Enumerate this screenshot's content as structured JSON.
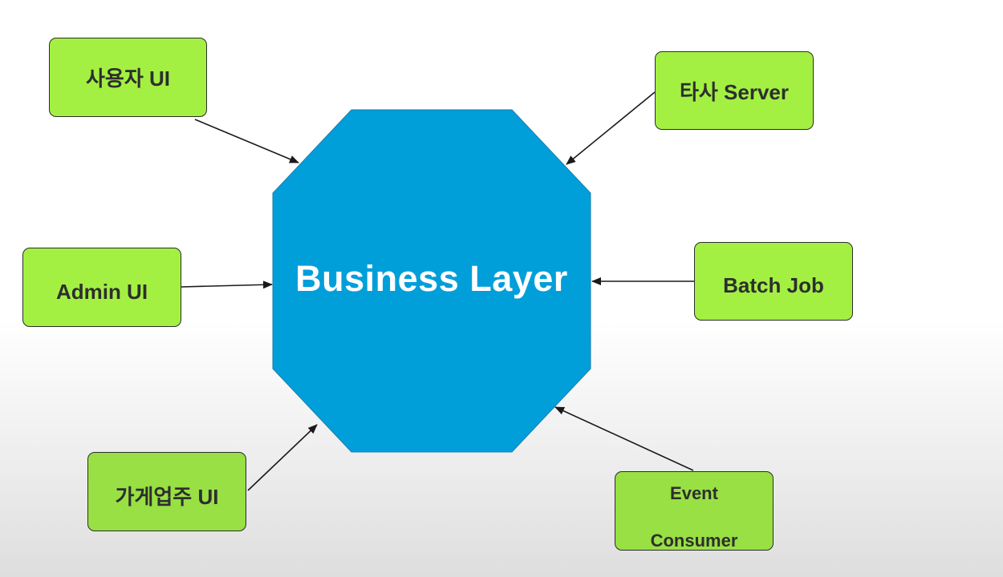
{
  "center": {
    "label": "Business Layer",
    "color": "#009fda"
  },
  "nodes": {
    "user_ui": "사용자 UI",
    "partner_server": "타사 Server",
    "admin_ui": "Admin UI",
    "batch_job": "Batch Job",
    "owner_ui": "가게업주 UI",
    "event_consumer": {
      "line1": "Event",
      "line2": "Consumer"
    }
  },
  "colors": {
    "node_fill": "#a3f043",
    "node_border": "#2c2c2c",
    "arrow": "#1a1a1a"
  }
}
